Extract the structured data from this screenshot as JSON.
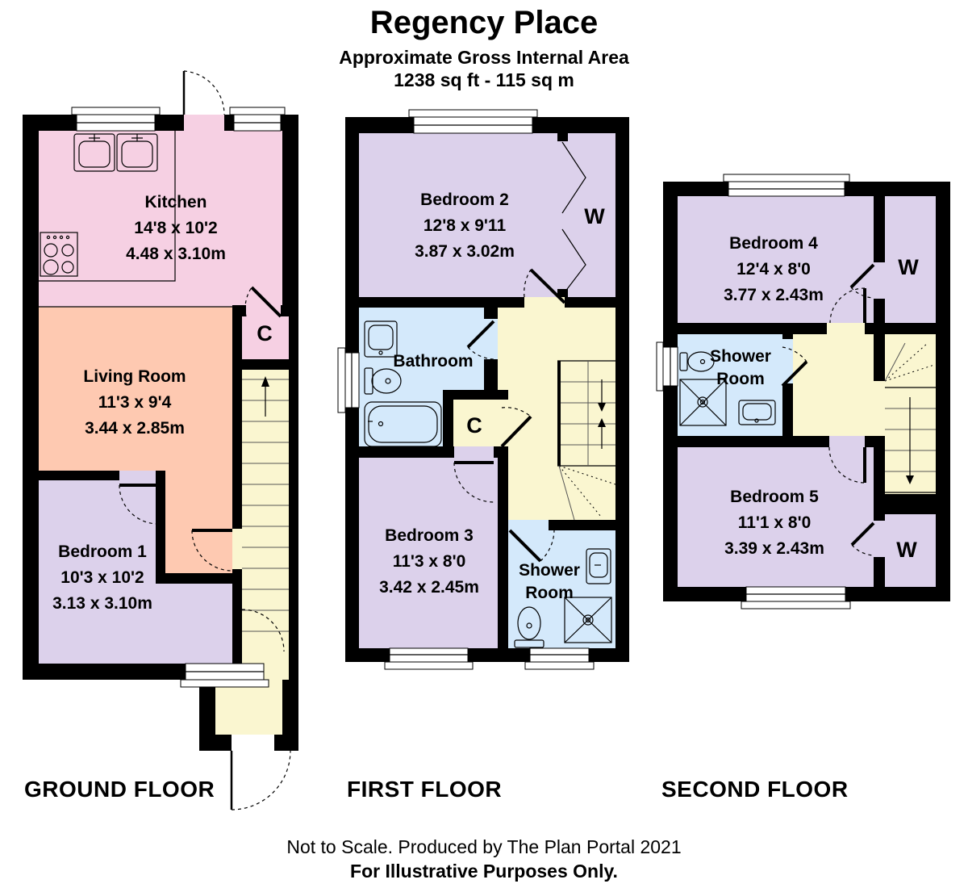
{
  "header": {
    "title": "Regency Place",
    "subtitle": "Approximate Gross Internal Area",
    "area_line": "1238 sq ft - 115 sq m"
  },
  "floors": {
    "ground": {
      "label": "GROUND FLOOR",
      "rooms": {
        "kitchen": {
          "name": "Kitchen",
          "imperial": "14'8 x 10'2",
          "metric": "4.48 x 3.10m"
        },
        "living": {
          "name": "Living Room",
          "imperial": "11'3 x 9'4",
          "metric": "3.44 x 2.85m"
        },
        "bedroom1": {
          "name": "Bedroom 1",
          "imperial": "10'3 x 10'2",
          "metric": "3.13 x 3.10m"
        }
      },
      "cupboard": "C"
    },
    "first": {
      "label": "FIRST FLOOR",
      "rooms": {
        "bedroom2": {
          "name": "Bedroom 2",
          "imperial": "12'8 x 9'11",
          "metric": "3.87 x 3.02m"
        },
        "bathroom": {
          "name": "Bathroom"
        },
        "bedroom3": {
          "name": "Bedroom 3",
          "imperial": "11'3 x 8'0",
          "metric": "3.42 x 2.45m"
        },
        "shower": {
          "line1": "Shower",
          "line2": "Room"
        }
      },
      "cupboard": "C",
      "wardrobe": "W"
    },
    "second": {
      "label": "SECOND FLOOR",
      "rooms": {
        "bedroom4": {
          "name": "Bedroom 4",
          "imperial": "12'4 x 8'0",
          "metric": "3.77 x 2.43m"
        },
        "bedroom5": {
          "name": "Bedroom 5",
          "imperial": "11'1 x 8'0",
          "metric": "3.39 x 2.43m"
        },
        "shower": {
          "line1": "Shower",
          "line2": "Room"
        }
      },
      "wardrobe_top": "W",
      "wardrobe_bottom": "W"
    }
  },
  "footer": {
    "line1": "Not to Scale. Produced by The Plan Portal 2021",
    "line2": "For Illustrative Purposes Only."
  },
  "colors": {
    "kitchen": "#F6D0E3",
    "living": "#FEC9B1",
    "bedroom": "#DCD1EB",
    "stairs": "#FAF6D0",
    "bath": "#D4E9FB",
    "wall": "#000000"
  }
}
